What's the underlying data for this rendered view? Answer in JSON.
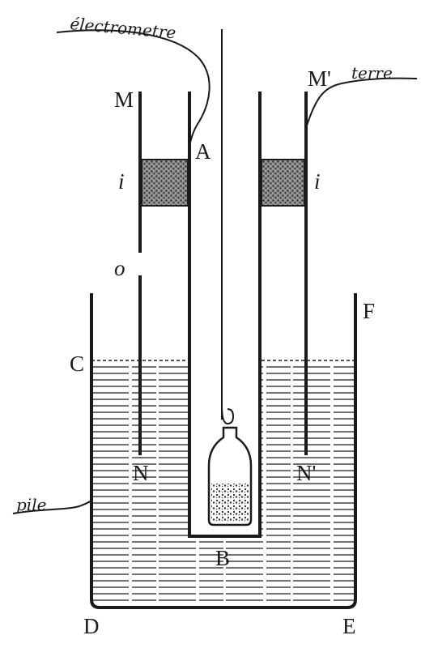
{
  "diagram": {
    "labels": {
      "electrometre": "électrometre",
      "terre": "terre",
      "pile": "pile",
      "M": "M",
      "M_prime": "M'",
      "A": "A",
      "B": "B",
      "C": "C",
      "D": "D",
      "E": "E",
      "F": "F",
      "N": "N",
      "N_prime": "N'",
      "i_left": "i",
      "i_right": "i",
      "o": "o"
    },
    "colors": {
      "ink": "#1a1a1a",
      "paper": "#ffffff",
      "insulator": "#4a4a4a"
    }
  }
}
